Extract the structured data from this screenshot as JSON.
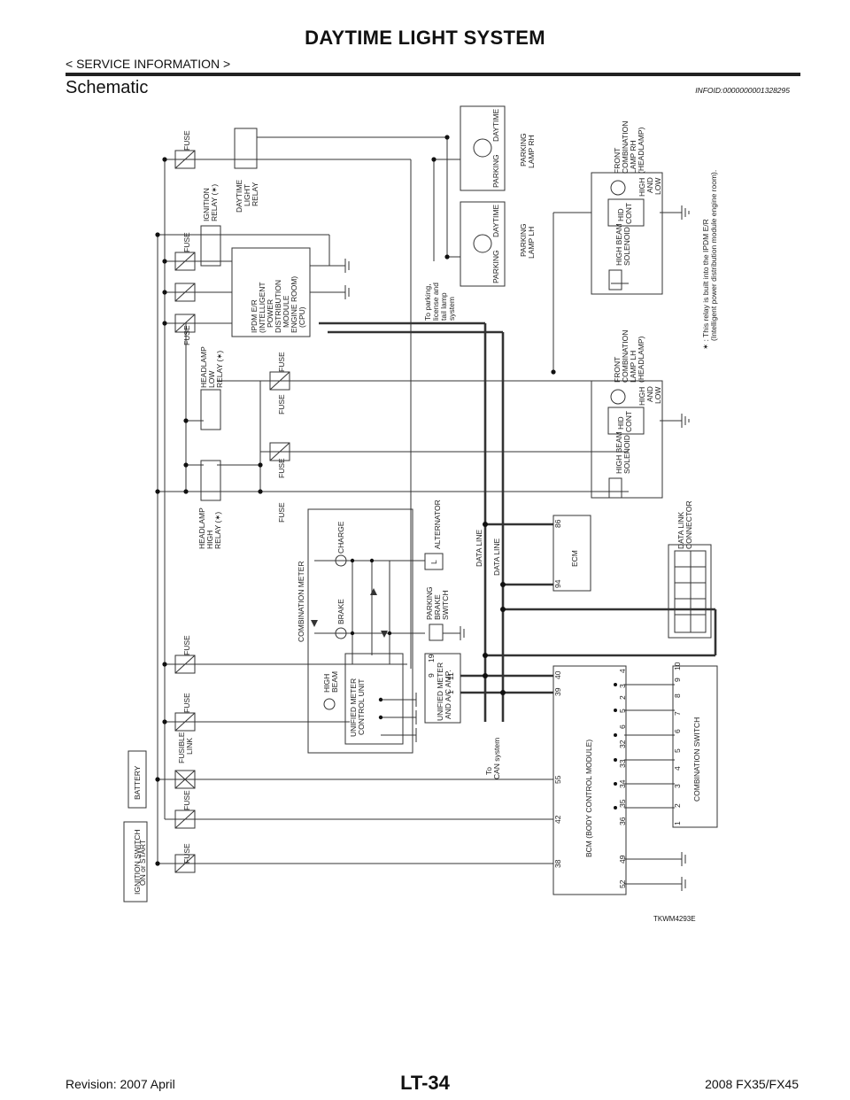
{
  "header": {
    "title": "DAYTIME LIGHT SYSTEM",
    "breadcrumb": "< SERVICE INFORMATION >",
    "section": "Schematic",
    "info_id": "INFOID:0000000001328295"
  },
  "footer": {
    "page": "LT-34",
    "revision": "Revision: 2007 April",
    "model": "2008 FX35/FX45"
  },
  "diagram": {
    "figure_id": "TKWM4293E",
    "labels": {
      "ignition_switch_1": "IGNITION SWITCH",
      "ignition_switch_2": "ON or START",
      "battery": "BATTERY",
      "fuse": "FUSE",
      "fusible_link_1": "FUSIBLE",
      "fusible_link_2": "LINK",
      "daytime_relay_1": "DAYTIME",
      "daytime_relay_2": "LIGHT",
      "daytime_relay_3": "RELAY",
      "ign_relay_1": "IGNITION",
      "ign_relay_2": "RELAY (✶)",
      "hl_low_1": "HEADLAMP",
      "hl_low_2": "LOW",
      "hl_low_3": "RELAY (✶)",
      "hl_high_1": "HEADLAMP",
      "hl_high_2": "HIGH",
      "hl_high_3": "RELAY (✶)",
      "ipdm_1": "IPDM E/R",
      "ipdm_2": "(INTELLIGENT",
      "ipdm_3": "POWER",
      "ipdm_4": "DISTRIBUTION",
      "ipdm_5": "MODULE",
      "ipdm_6": "ENGINE ROOM)",
      "ipdm_7": "(CPU)",
      "parking_note_1": "To parking,",
      "parking_note_2": "license and",
      "parking_note_3": "tail lamp",
      "parking_note_4": "system",
      "parking": "PARKING",
      "daytime": "DAYTIME",
      "parking_rh_1": "PARKING",
      "parking_rh_2": "LAMP RH",
      "parking_lh_1": "PARKING",
      "parking_lh_2": "LAMP LH",
      "front_comb_1": "FRONT",
      "front_comb_2": "COMBINATION",
      "front_comb_rh": "LAMP RH",
      "front_comb_lh": "LAMP LH",
      "front_comb_4": "(HEADLAMP)",
      "high_beam_sol_1": "HIGH BEAM",
      "high_beam_sol_2": "SOLENOID",
      "hid_1": "HID",
      "hid_2": "CONT",
      "high_low_1": "HIGH",
      "high_low_2": "AND",
      "high_low_3": "LOW",
      "note_1": "✶ : This relay is built into the IPDM E/R",
      "note_2": "(Intelligent power distribution module engine room).",
      "combination_meter": "COMBINATION METER",
      "charge": "CHARGE",
      "brake": "BRAKE",
      "high_beam_1": "HIGH",
      "high_beam_2": "BEAM",
      "umc_1": "UNIFIED METER",
      "umc_2": "CONTROL UNIT",
      "alternator": "ALTERNATOR",
      "alt_l": "L",
      "pbs_1": "PARKING",
      "pbs_2": "BRAKE",
      "pbs_3": "SWITCH",
      "umac_1": "UNIFIED METER",
      "umac_2": "AND A/C AMP.",
      "data_line": "DATA LINE",
      "ecm": "ECM",
      "dlc_1": "DATA LINK",
      "dlc_2": "CONNECTOR",
      "to_can_1": "To",
      "to_can_2": "CAN system",
      "bcm": "BCM (BODY CONTROL MODULE)",
      "comb_switch": "COMBINATION SWITCH"
    },
    "pins": {
      "umac_top": [
        "9",
        "19"
      ],
      "umac_bottom": [
        "1",
        "11"
      ],
      "ecm": [
        "94",
        "86"
      ],
      "bcm_left": [
        "38",
        "42",
        "55",
        "39",
        "40"
      ],
      "bcm_right": [
        "52",
        "49",
        "36",
        "35",
        "34",
        "33",
        "32",
        "6",
        "5",
        "2",
        "3",
        "4"
      ],
      "comb_sw_bottom": [
        "1",
        "2",
        "3",
        "4",
        "5",
        "6",
        "7",
        "8",
        "9",
        "10"
      ]
    }
  }
}
